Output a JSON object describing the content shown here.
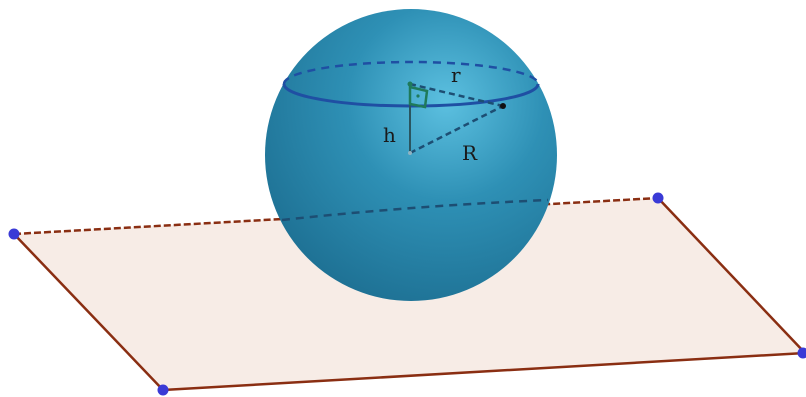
{
  "diagram": {
    "labels": {
      "small_radius": "r",
      "height": "h",
      "sphere_radius": "R"
    },
    "colors": {
      "sphere": "#2e90b5",
      "sphere_highlight": "#5cc0e0",
      "section_circle": "#1f4fa3",
      "plane_fill": "#f7ece6",
      "plane_edge": "#8a2e12",
      "plane_vertex": "#3a3ad6",
      "right_angle_marker": "#1f7a5a",
      "dashed_lines": "#1d4e73"
    }
  }
}
